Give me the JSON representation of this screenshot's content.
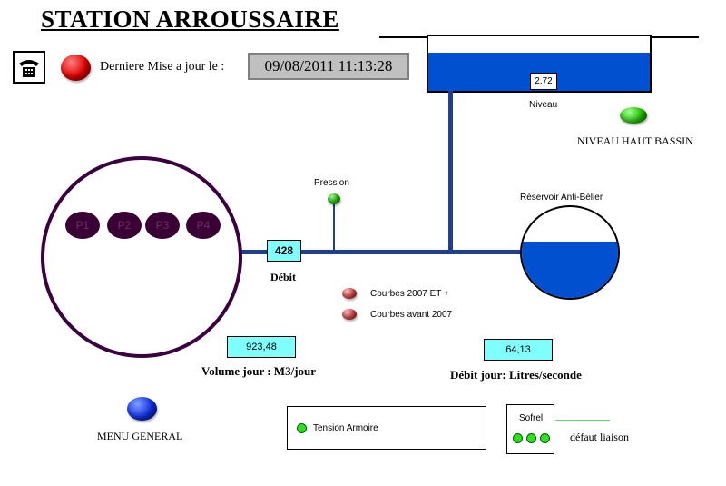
{
  "header": {
    "title": "STATION ARROUSSAIRE",
    "last_update_label": "Derniere Mise a jour le :",
    "last_update_value": "09/08/2011 11:13:28"
  },
  "basin": {
    "level_value": "2,72",
    "level_label": "Niveau",
    "high_level_label": "NIVEAU HAUT BASSIN"
  },
  "pumps": [
    "P1",
    "P2",
    "P3",
    "P4"
  ],
  "pressure_label": "Pression",
  "flow": {
    "value": "428",
    "label": "Débit"
  },
  "reservoir_label": "Réservoir Anti-Bélier",
  "curves": [
    {
      "label": "Courbes 2007 ET +"
    },
    {
      "label": "Courbes avant 2007"
    }
  ],
  "daily_volume": {
    "value": "923,48",
    "label": "Volume jour : M3/jour"
  },
  "daily_flow": {
    "value": "64,13",
    "label": "Débit jour: Litres/seconde"
  },
  "menu_label": "MENU GENERAL",
  "tension_label": "Tension Armoire",
  "sofrel": {
    "label": "Sofrel",
    "fault_label": "défaut liaison"
  },
  "colors": {
    "water": "#0050d0",
    "pipe": "#1f3f90",
    "value_box": "#80ffff",
    "alarm_red": "#e00000",
    "ok_green": "#20c000",
    "pump": "#3a0035"
  }
}
